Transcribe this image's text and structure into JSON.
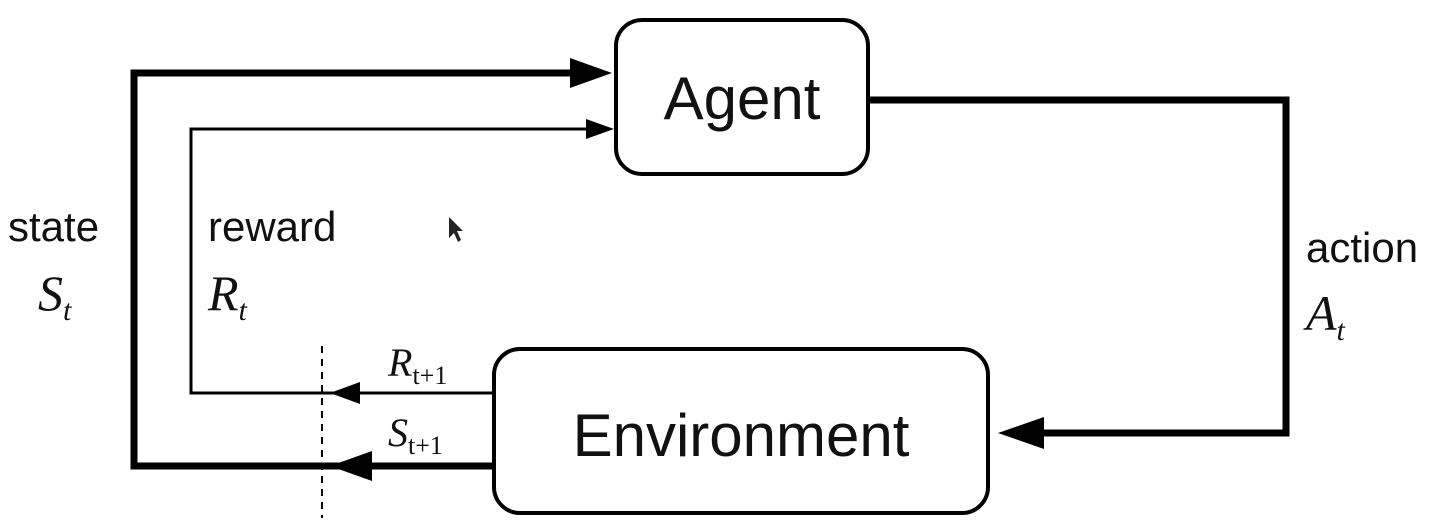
{
  "agent": {
    "label": "Agent"
  },
  "environment": {
    "label": "Environment"
  },
  "state": {
    "label": "state",
    "symbol": "S",
    "sub": "t"
  },
  "reward": {
    "label": "reward",
    "symbol": "R",
    "sub": "t"
  },
  "action": {
    "label": "action",
    "symbol": "A",
    "sub": "t"
  },
  "next_reward": {
    "symbol": "R",
    "sub": "t+1"
  },
  "next_state": {
    "symbol": "S",
    "sub": "t+1"
  }
}
